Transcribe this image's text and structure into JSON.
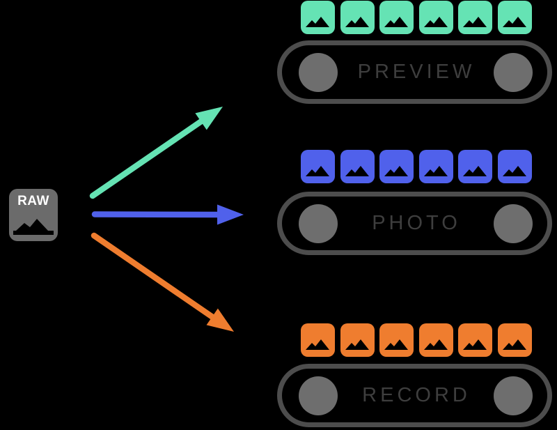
{
  "background": "#000000",
  "source": {
    "label": "RAW",
    "box_color": "#6b6b6b",
    "label_color": "#ffffff"
  },
  "pipelines": [
    {
      "id": "preview",
      "label": "PREVIEW",
      "accent_color": "#65e3b4",
      "frame_count": 6
    },
    {
      "id": "photo",
      "label": "PHOTO",
      "accent_color": "#5061eb",
      "frame_count": 6
    },
    {
      "id": "record",
      "label": "RECORD",
      "accent_color": "#ef7d2f",
      "frame_count": 6
    }
  ],
  "pill": {
    "border_color": "#4d4d4d",
    "reel_color": "#6e6e6e",
    "label_color": "#3e3e3e"
  }
}
